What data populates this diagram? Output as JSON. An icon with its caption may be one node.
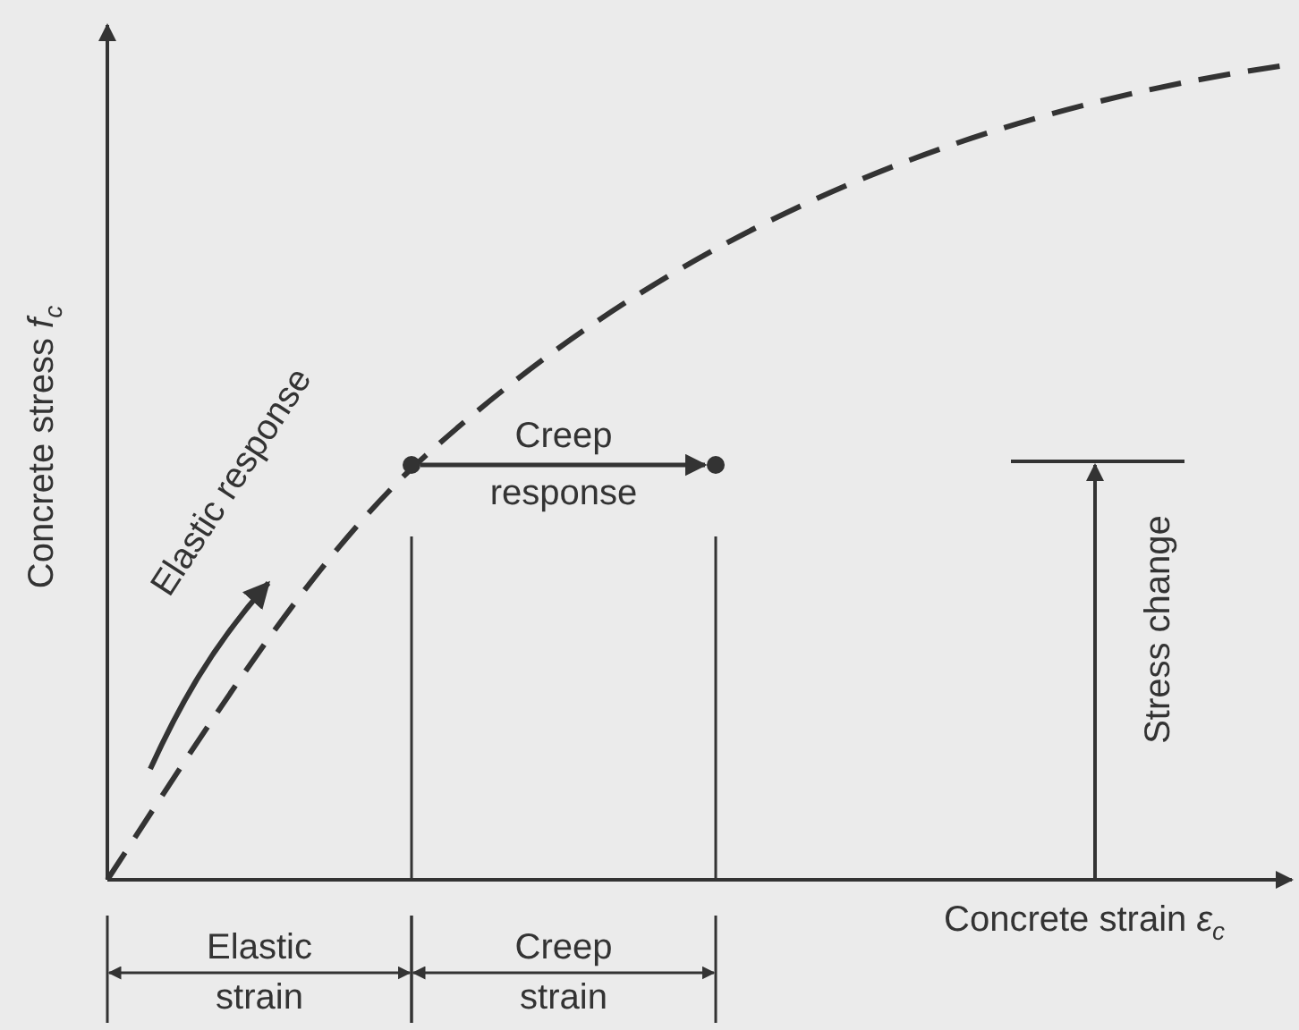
{
  "diagram": {
    "nodes": [
      {
        "text": [],
        "shape": "circle"
      },
      {
        "text": [],
        "shape": "circle"
      }
    ],
    "edges": [
      {
        "from": 0,
        "to": 1,
        "arrow": "to",
        "label": "Creep response"
      }
    ],
    "labels": [
      "Concrete stress *f*$_{c}$",
      "Elastic response",
      "Stress change",
      "Concrete strain *ε*$_{c}$",
      "Elastic strain",
      "Creep strain"
    ]
  }
}
